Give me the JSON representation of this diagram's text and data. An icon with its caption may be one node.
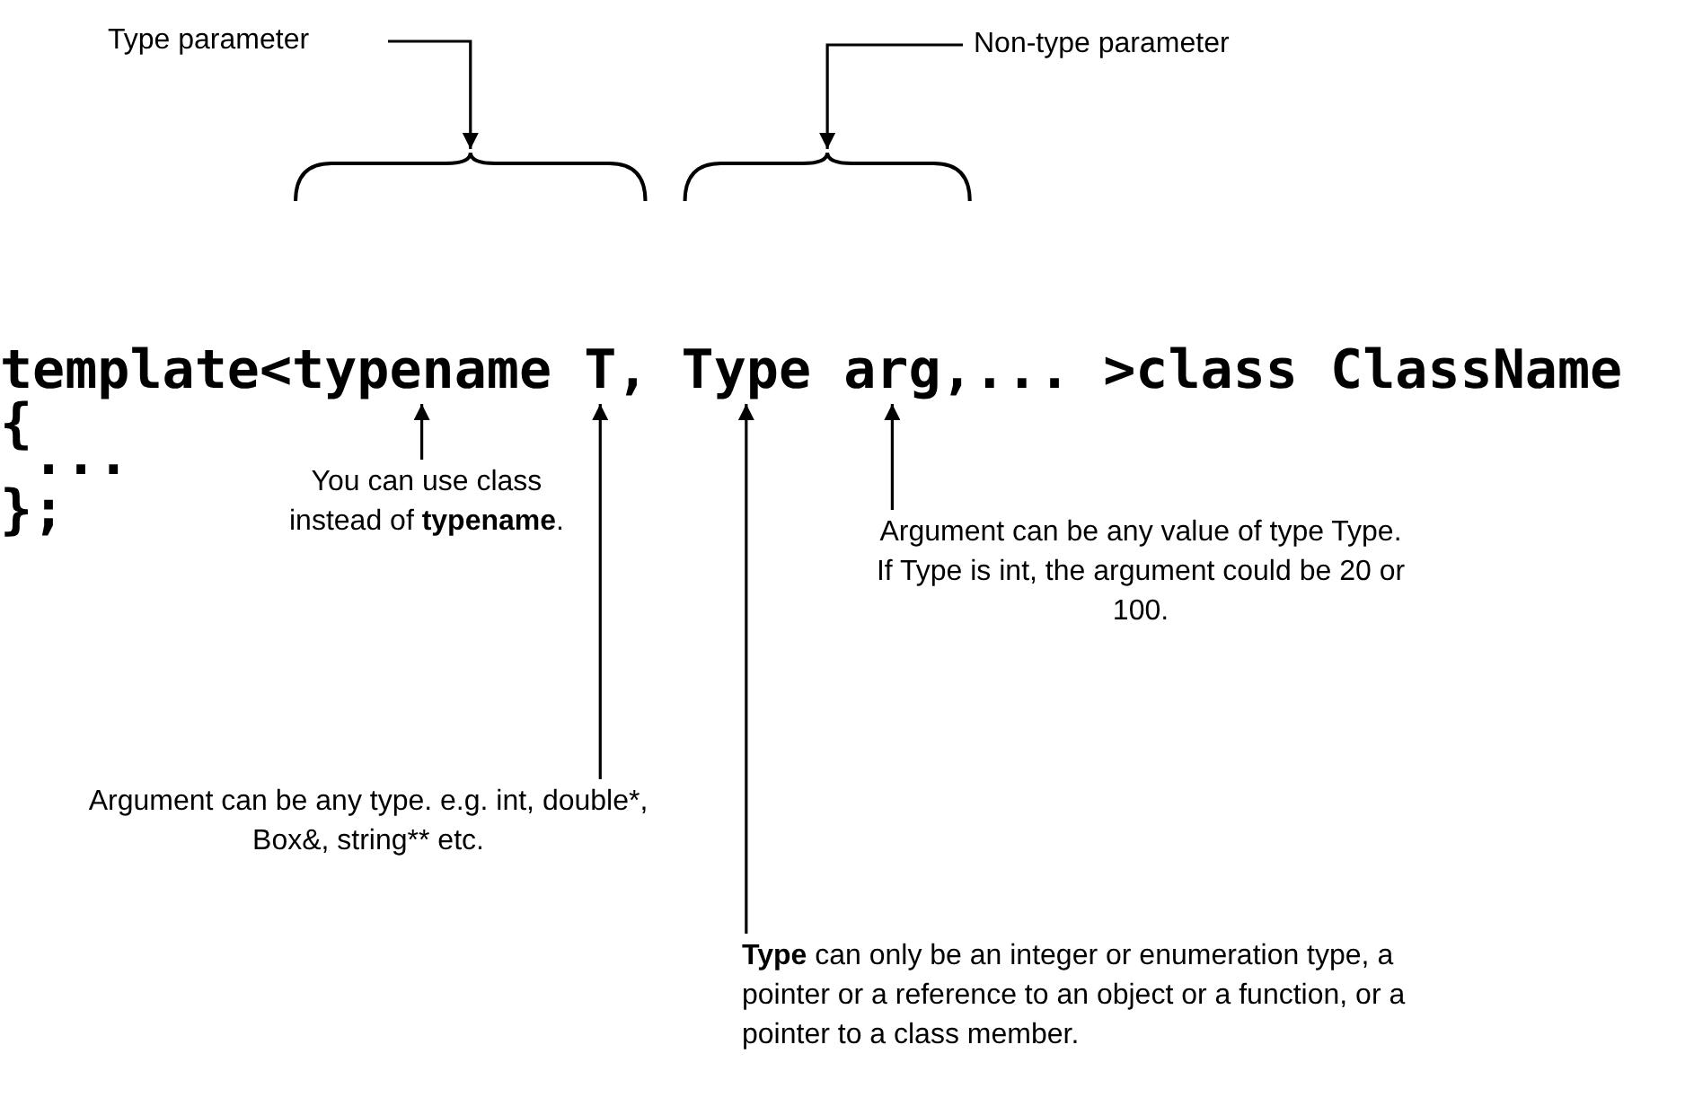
{
  "diagram": {
    "nodes": [
      {
        "text": [
          "Type parameter"
        ]
      },
      {
        "text": [],
        "shape": "brace"
      },
      {
        "text": [
          "Non-type parameter"
        ]
      },
      {
        "text": [],
        "shape": "brace"
      },
      {
        "text": [
          "You can use class instead of **typename**."
        ]
      },
      {
        "text": [
          "Argument can be any value of type Type. If Type is int, the argument could be 20 or 100."
        ]
      },
      {
        "text": [
          "Argument can be any type. e.g. int, double*, Box&, string** etc."
        ]
      },
      {
        "text": [
          "**Type** can only be an integer or enumeration type, a pointer or a reference to an object or a function, or a pointer to a class member."
        ]
      },
      {
        "text": [
          "template<typename T, Type arg,... >class ClassName"
        ]
      }
    ],
    "edges": [
      {
        "from": 0,
        "to": 1,
        "arrow": "to"
      },
      {
        "from": 2,
        "to": 3,
        "arrow": "to"
      },
      {
        "from": 4,
        "to": 8,
        "arrow": "to"
      },
      {
        "from": 6,
        "to": 8,
        "arrow": "to"
      },
      {
        "from": 7,
        "to": 8,
        "arrow": "to"
      },
      {
        "from": 5,
        "to": 8,
        "arrow": "to"
      }
    ],
    "labels": [
      "{",
      "...",
      "};"
    ]
  }
}
